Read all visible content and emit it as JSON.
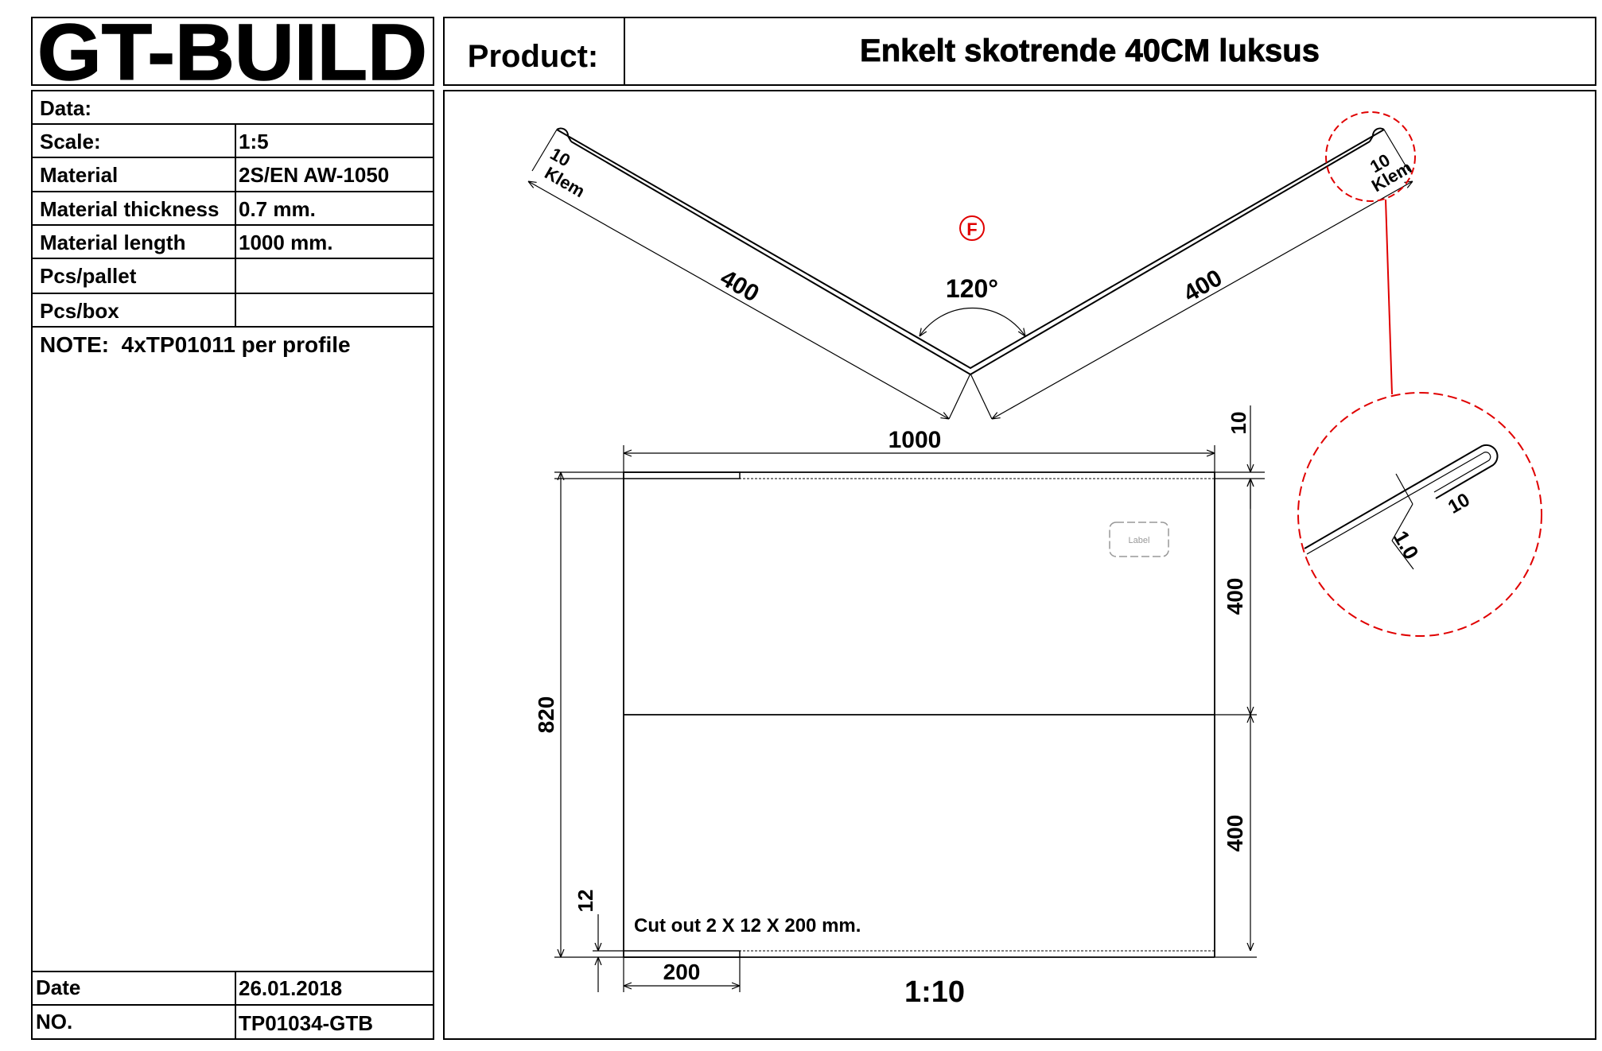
{
  "title_block": {
    "logo": "GT-BUILD",
    "product_label": "Product:",
    "product_name": "Enkelt skotrende 40CM luksus"
  },
  "info_table": {
    "data_label": "Data:",
    "rows": [
      {
        "label": "Scale:",
        "value": "1:5"
      },
      {
        "label": "Material",
        "value": "2S/EN AW-1050"
      },
      {
        "label": "Material thickness",
        "value": "0.7 mm."
      },
      {
        "label": "Material length",
        "value": "1000 mm."
      },
      {
        "label": "Pcs/pallet",
        "value": ""
      },
      {
        "label": "Pcs/box",
        "value": ""
      }
    ],
    "note": "NOTE:  4xTP01011 per profile",
    "date_label": "Date",
    "date_value": "26.01.2018",
    "no_label": "NO.",
    "no_value": "TP01034-GTB"
  },
  "profile_view": {
    "left_leg": "400",
    "right_leg": "400",
    "angle": "120°",
    "hem_left_value": "10",
    "hem_left_label": "Klem",
    "hem_right_value": "10",
    "hem_right_label": "Klem",
    "marker": "F"
  },
  "flat_view": {
    "width": "1000",
    "height_total": "820",
    "upper_section": "400",
    "lower_section": "400",
    "top_hem": "10",
    "bottom_notch": "12",
    "cutout_width": "200",
    "cutout_note": "Cut out 2 X 12 X 200 mm.",
    "scale": "1:10",
    "label_box": "Label"
  },
  "detail_view": {
    "hem_length": "10",
    "radius": "1.0"
  },
  "colors": {
    "line": "#000000",
    "detail": "#e00000",
    "label_box": "#999999"
  }
}
